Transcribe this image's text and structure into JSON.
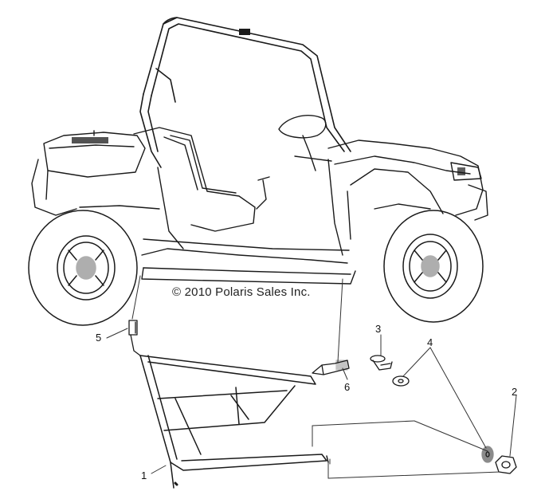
{
  "copyright": "© 2010 Polaris Sales Inc.",
  "callouts": {
    "c1": "1",
    "c2": "2",
    "c3": "3",
    "c4": "4",
    "c5": "5",
    "c6": "6"
  }
}
